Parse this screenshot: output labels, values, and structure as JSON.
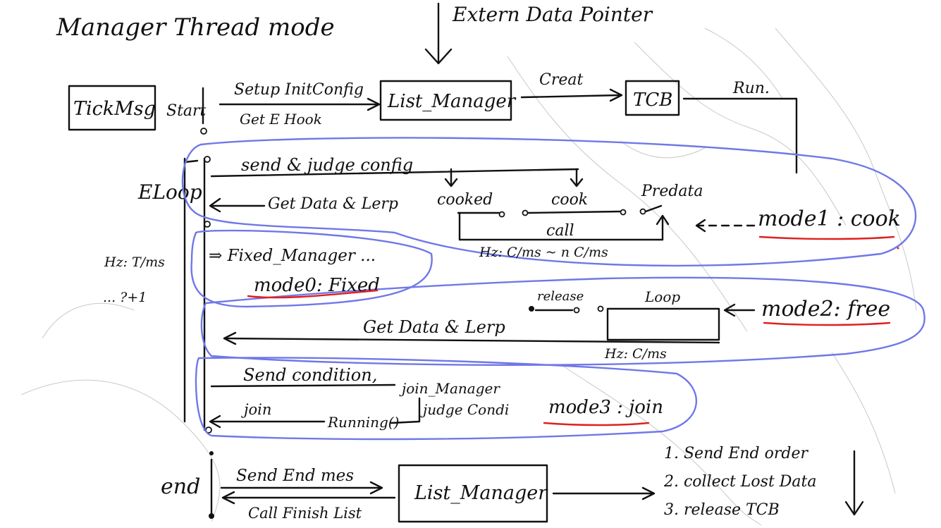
{
  "title": "Manager Thread mode",
  "extern_label": "Extern Data Pointer",
  "top": {
    "tickmsg": "TickMsg",
    "start": "Start",
    "setup": "Setup InitConfig",
    "get_hook": "Get E Hook",
    "list_manager": "List_Manager",
    "creat": "Creat",
    "tcb": "TCB",
    "run": "Run."
  },
  "left": {
    "eloop": "ELoop",
    "hz": "Hz: T/ms",
    "more": "... ?+1"
  },
  "mode1": {
    "send_judge": "send & judge config",
    "get_data": "Get Data & Lerp",
    "cooked": "cooked",
    "cook": "cook",
    "predata": "Predata",
    "call": "call",
    "hz": "Hz: C/ms ~ n C/ms",
    "label": "mode1 : cook"
  },
  "mode0": {
    "fixed_manager": "⇒ Fixed_Manager ...",
    "label": "mode0: Fixed"
  },
  "mode2": {
    "release": "release",
    "loop": "Loop",
    "get_data": "Get Data & Lerp",
    "hz": "Hz: C/ms",
    "label": "mode2: free"
  },
  "mode3": {
    "send_condition": "Send condition,",
    "join_manager": "join_Manager",
    "join": "join",
    "running": "Running()",
    "judge": "judge Condi",
    "label": "mode3 : join"
  },
  "end": {
    "end": "end",
    "send_end": "Send End mes",
    "call_finish": "Call Finish List",
    "list_manager": "List_Manager",
    "steps": [
      "1. Send End order",
      "2. collect Lost Data",
      "3. release TCB"
    ]
  }
}
